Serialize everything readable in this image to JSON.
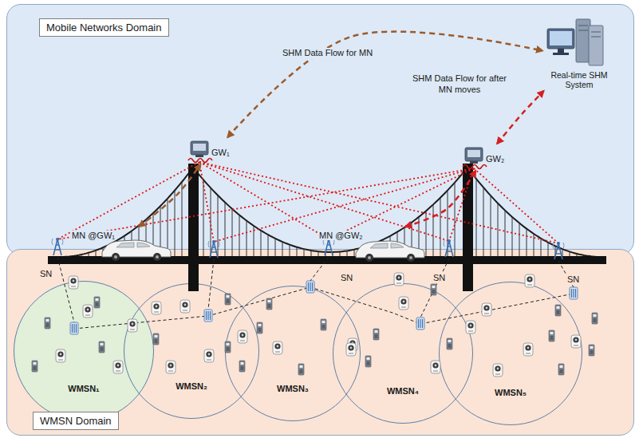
{
  "diagram": {
    "nodes": [
      {
        "text": [
          "Mobile Networks Domain"
        ]
      },
      {
        "text": [
          "GW₁"
        ],
        "in": 0
      },
      {
        "text": [
          "Real-time SHM System"
        ],
        "in": 0
      },
      {
        "text": [
          "GW₂"
        ],
        "in": 0
      },
      {
        "text": [
          "MN @GW₁"
        ],
        "in": 0
      },
      {
        "text": [
          "MN @GW₂"
        ],
        "in": 0
      },
      {
        "text": [
          "WMSN Domain"
        ]
      },
      {
        "text": [
          "WMSN₁"
        ],
        "in": 6
      },
      {
        "text": [
          "WMSN₂"
        ],
        "in": 6
      },
      {
        "text": [
          "WMSN₃"
        ],
        "in": 6
      },
      {
        "text": [
          "WMSN₄"
        ],
        "in": 6
      },
      {
        "text": [
          "WMSN₅"
        ],
        "in": 6
      }
    ],
    "edges": [
      {
        "from": 1,
        "to": 2,
        "arrow": "both",
        "label": "SHM Data Flow for MN"
      },
      {
        "from": 3,
        "to": 2,
        "arrow": "both",
        "label": "SHM Data Flow for after MN moves"
      },
      {
        "from": 4,
        "to": 1,
        "arrow": "both"
      },
      {
        "from": 5,
        "to": 3,
        "arrow": "both"
      }
    ],
    "labels": [
      "SN",
      "SN",
      "SN",
      "SN"
    ]
  }
}
